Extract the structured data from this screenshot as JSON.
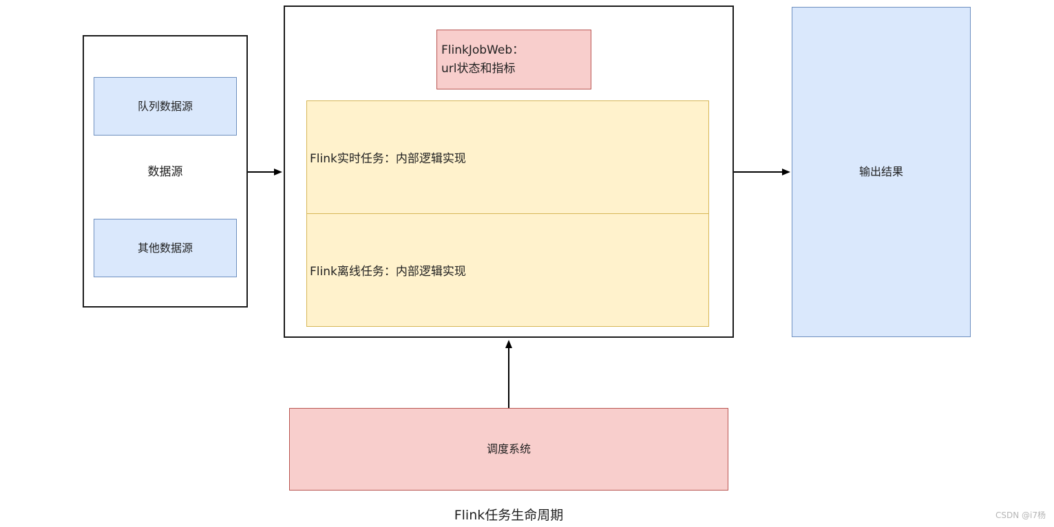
{
  "title": "Flink任务生命周期",
  "watermark": "CSDN @i7杨",
  "nodes": {
    "queue_source": "队列数据源",
    "datasource_group_label": "数据源",
    "other_source": "其他数据源",
    "flink_job_web": "FlinkJobWeb：\nurl状态和指标",
    "realtime_task": "Flink实时任务：内部逻辑实现",
    "offline_task": "Flink离线任务：内部逻辑实现",
    "output_result": "输出结果",
    "scheduler": "调度系统"
  },
  "edges": [
    {
      "from": "数据源",
      "to": "Flink任务容器",
      "direction": "right"
    },
    {
      "from": "Flink任务容器",
      "to": "输出结果",
      "direction": "right"
    },
    {
      "from": "调度系统",
      "to": "Flink任务容器",
      "direction": "up"
    }
  ],
  "colors": {
    "blue_fill": "#dae8fc",
    "blue_border": "#6c8ebf",
    "pink_fill": "#f8cecc",
    "pink_border": "#b85450",
    "yellow_fill": "#fff2cc",
    "yellow_border": "#d6b656",
    "container_border": "#1a1a1a",
    "arrow": "#000000",
    "watermark_text": "#b5b5b5"
  }
}
